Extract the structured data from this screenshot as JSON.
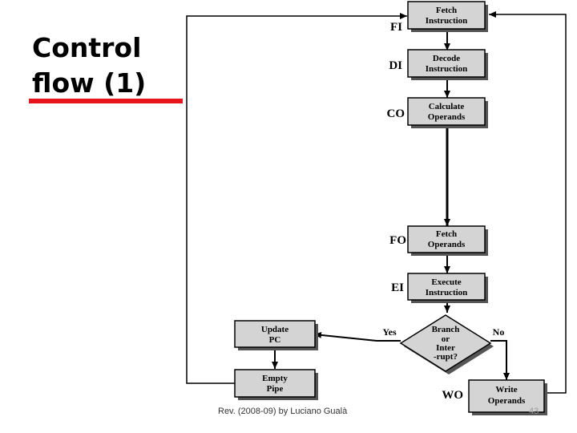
{
  "slide": {
    "title_line1": "Control",
    "title_line2": "flow (1)",
    "footer": "Rev. (2008-09) by Luciano Gualà",
    "page_number": "43"
  },
  "diagram": {
    "accent_color": "#e8141b",
    "box_fill": "#d4d4d4",
    "nodes": {
      "fi": {
        "stage": "FI",
        "line1": "Fetch",
        "line2": "Instruction"
      },
      "di": {
        "stage": "DI",
        "line1": "Decode",
        "line2": "Instruction"
      },
      "co": {
        "stage": "CO",
        "line1": "Calculate",
        "line2": "Operands"
      },
      "fo": {
        "stage": "FO",
        "line1": "Fetch",
        "line2": "Operands"
      },
      "ei": {
        "stage": "EI",
        "line1": "Execute",
        "line2": "Instruction"
      },
      "decision": {
        "line1": "Branch",
        "line2": "or",
        "line3": "Inter",
        "line4": "-rupt?"
      },
      "wo": {
        "stage": "WO",
        "line1": "Write",
        "line2": "Operands"
      },
      "update_pc": {
        "line1": "Update",
        "line2": "PC"
      },
      "empty_pipe": {
        "line1": "Empty",
        "line2": "Pipe"
      }
    },
    "edge_labels": {
      "yes": "Yes",
      "no": "No"
    }
  }
}
